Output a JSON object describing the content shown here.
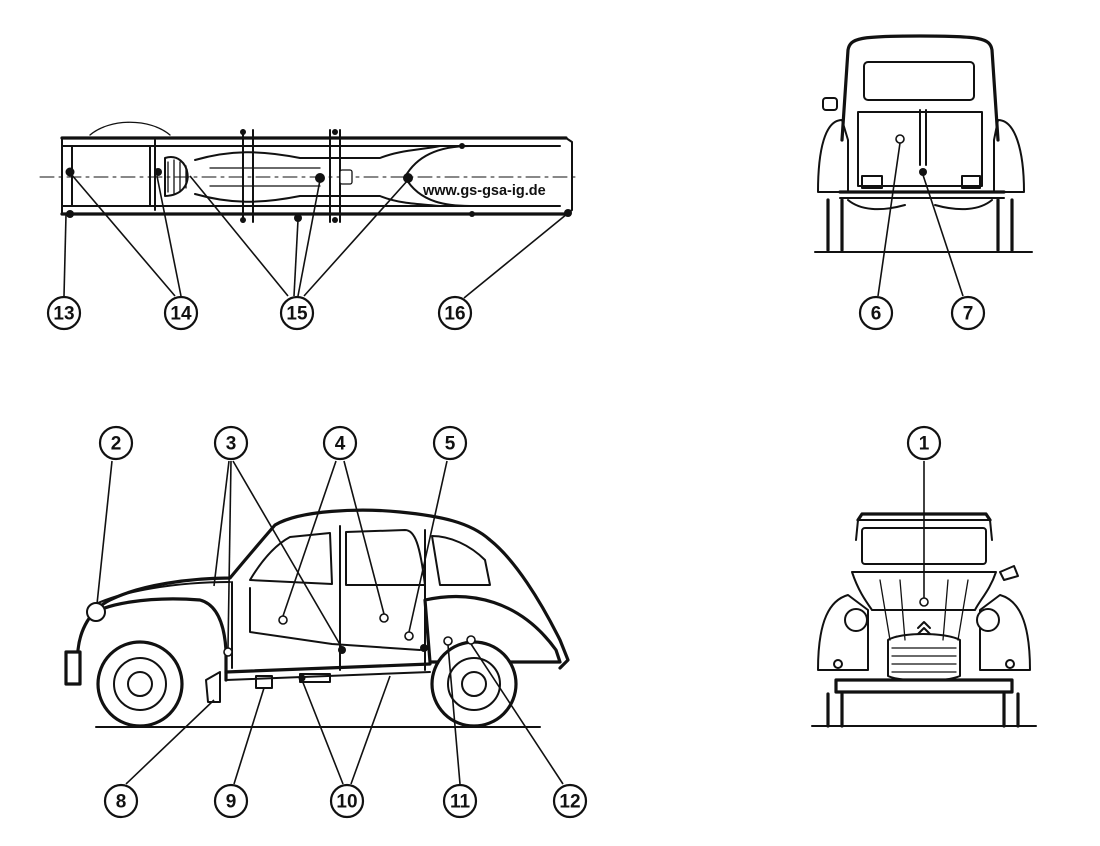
{
  "watermark": "www.gs-gsa-ig.de",
  "callouts": {
    "c1": "1",
    "c2": "2",
    "c3": "3",
    "c4": "4",
    "c5": "5",
    "c6": "6",
    "c7": "7",
    "c8": "8",
    "c9": "9",
    "c10": "10",
    "c11": "11",
    "c12": "12",
    "c13": "13",
    "c14": "14",
    "c15": "15",
    "c16": "16"
  }
}
